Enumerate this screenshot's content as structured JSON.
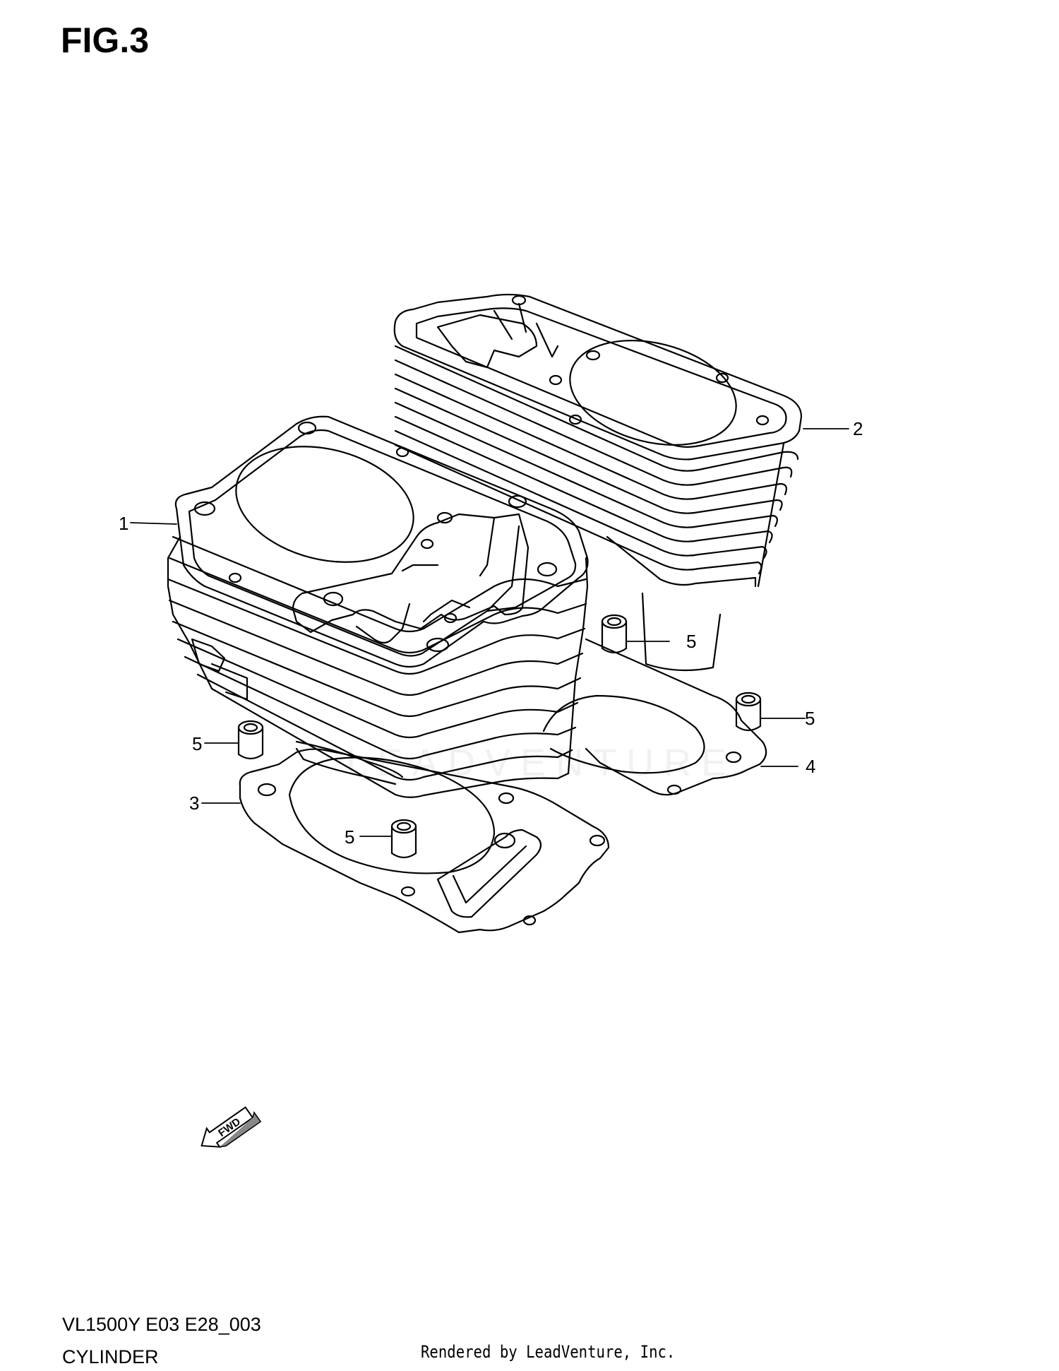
{
  "figure": {
    "title": "FIG.3",
    "model_code": "VL1500Y E03 E28_003",
    "section_name": "CYLINDER",
    "rendered_by": "Rendered by LeadVenture, Inc.",
    "watermark": "LEADVENTURE",
    "fwd_label": "FWD"
  },
  "callouts": [
    {
      "id": "cylinder-front",
      "label": "1"
    },
    {
      "id": "cylinder-rear",
      "label": "2"
    },
    {
      "id": "gasket-front",
      "label": "3"
    },
    {
      "id": "gasket-rear",
      "label": "4"
    },
    {
      "id": "dowel-a",
      "label": "5"
    },
    {
      "id": "dowel-b",
      "label": "5"
    },
    {
      "id": "dowel-c",
      "label": "5"
    },
    {
      "id": "dowel-d",
      "label": "5"
    }
  ]
}
